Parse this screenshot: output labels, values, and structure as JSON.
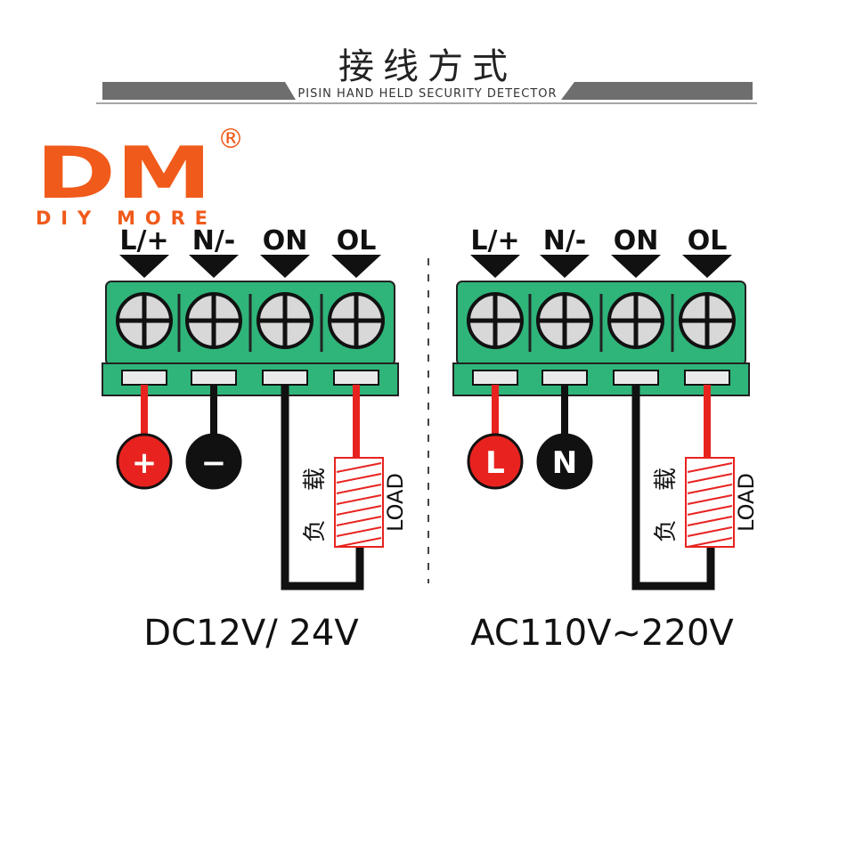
{
  "header": {
    "title": "接线方式",
    "subtitle": "PISIN HAND HELD SECURITY DETECTOR"
  },
  "logo": {
    "main": "DM",
    "sub": "DIY MORE",
    "reg": "®"
  },
  "colors": {
    "terminal_green": "#2fb57a",
    "wire_red": "#e8231f",
    "wire_black": "#111111",
    "logo_orange": "#f05a1a"
  },
  "panels": [
    {
      "terminals": [
        "L/+",
        "N/-",
        "ON",
        "OL"
      ],
      "supply_left_badge": "+",
      "supply_right_badge": "−",
      "load_en": "LOAD",
      "load_cn_top": "载",
      "load_cn_bottom": "负",
      "voltage": "DC12V/ 24V"
    },
    {
      "terminals": [
        "L/+",
        "N/-",
        "ON",
        "OL"
      ],
      "supply_left_badge": "L",
      "supply_right_badge": "N",
      "load_en": "LOAD",
      "load_cn_top": "载",
      "load_cn_bottom": "负",
      "voltage": "AC110V~220V"
    }
  ]
}
